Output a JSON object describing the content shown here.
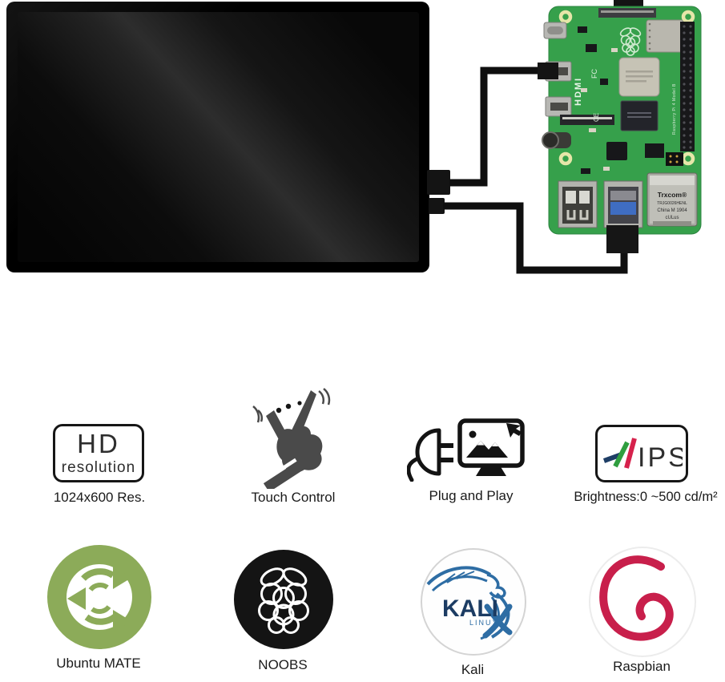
{
  "features": {
    "hd": {
      "badge_top": "HD",
      "badge_bottom": "resolution",
      "caption": "1024x600 Res."
    },
    "touch": {
      "caption": "Touch Control"
    },
    "plug": {
      "caption": "Plug and Play"
    },
    "ips": {
      "badge": "IPS",
      "caption": "Brightness:0 ~500 cd/m²"
    }
  },
  "os": {
    "ubuntu": {
      "caption": "Ubuntu MATE"
    },
    "noobs": {
      "caption": "NOOBS"
    },
    "kali": {
      "caption": "Kali",
      "logo_text": "KALI",
      "logo_subtext": "LINUX"
    },
    "raspbian": {
      "caption": "Raspbian"
    }
  },
  "board": {
    "silkscreen_hdmi": "HDMI",
    "mark_fcc": "FC",
    "mark_ce": "CE",
    "model_label": "Raspberry Pi 4 Model B",
    "ethernet_line1": "Trxcom®",
    "ethernet_line2": "TRJG0026HENL",
    "ethernet_line3": "China M 1904",
    "ethernet_line4": "cULus"
  },
  "colors": {
    "pcb_green": "#36a04b",
    "ubuntu_green": "#8cab59",
    "noobs_black": "#141414",
    "kali_blue": "#2e6da4",
    "kali_navy": "#1c3c63",
    "raspbian_red": "#c81f4b",
    "ips_blue": "#1e3e66",
    "ips_green": "#2f9e3f",
    "ips_red": "#d6224c"
  }
}
